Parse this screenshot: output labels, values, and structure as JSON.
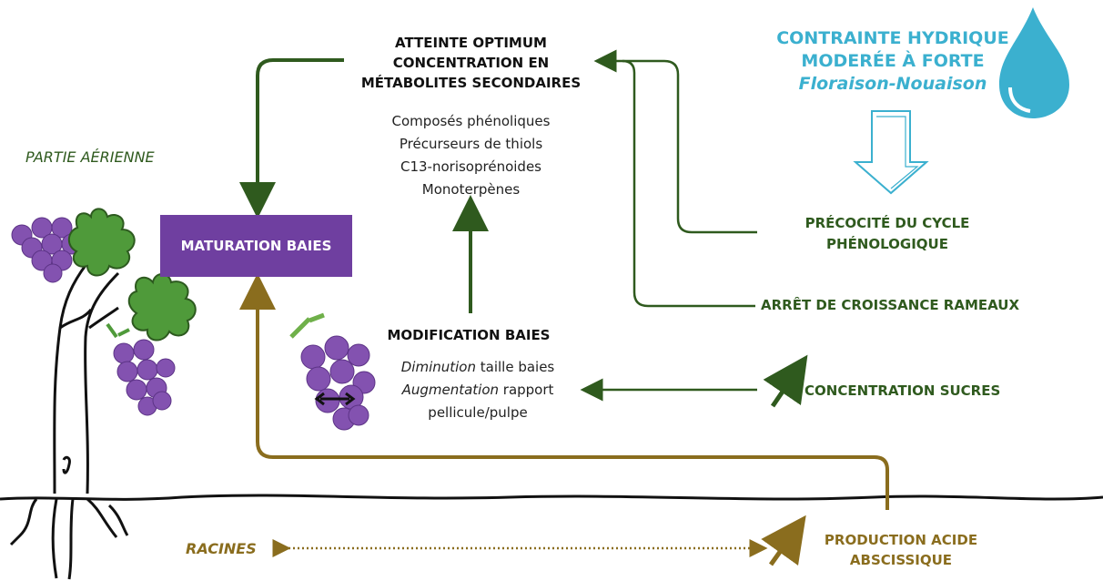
{
  "labels": {
    "partie_aerienne": "PARTIE AÉRIENNE",
    "racines": "RACINES",
    "maturation": "MATURATION BAIES",
    "optimum_l1": "ATTEINTE  OPTIMUM",
    "optimum_l2": "CONCENTRATION EN",
    "optimum_l3": "MÉTABOLITES SECONDAIRES",
    "modification": "MODIFICATION BAIES",
    "contrainte_l1": "CONTRAINTE HYDRIQUE",
    "contrainte_l2": "MODERÉE À FORTE",
    "contrainte_l3": "Floraison-Nouaison",
    "precocite_l1": "PRÉCOCITÉ DU CYCLE",
    "precocite_l2": "PHÉNOLOGIQUE",
    "arret": "ARRÊT DE CROISSANCE RAMEAUX",
    "sucres": "CONCENTRATION SUCRES",
    "acide_l1": "PRODUCTION ACIDE",
    "acide_l2": "ABSCISSIQUE"
  },
  "metabolites": [
    "Composés phénoliques",
    "Précurseurs de thiols",
    "C13-norisoprénoides",
    "Monoterpènes"
  ],
  "modif": {
    "l1_em": "Diminution",
    "l1_rest": " taille baies",
    "l2_em": "Augmentation",
    "l2_rest": " rapport",
    "l3": "pellicule/pulpe"
  },
  "colors": {
    "dark_green": "#2f5a1e",
    "ocre": "#8a6d1e",
    "purple": "#6f3fa0",
    "water": "#3bb0cf"
  }
}
